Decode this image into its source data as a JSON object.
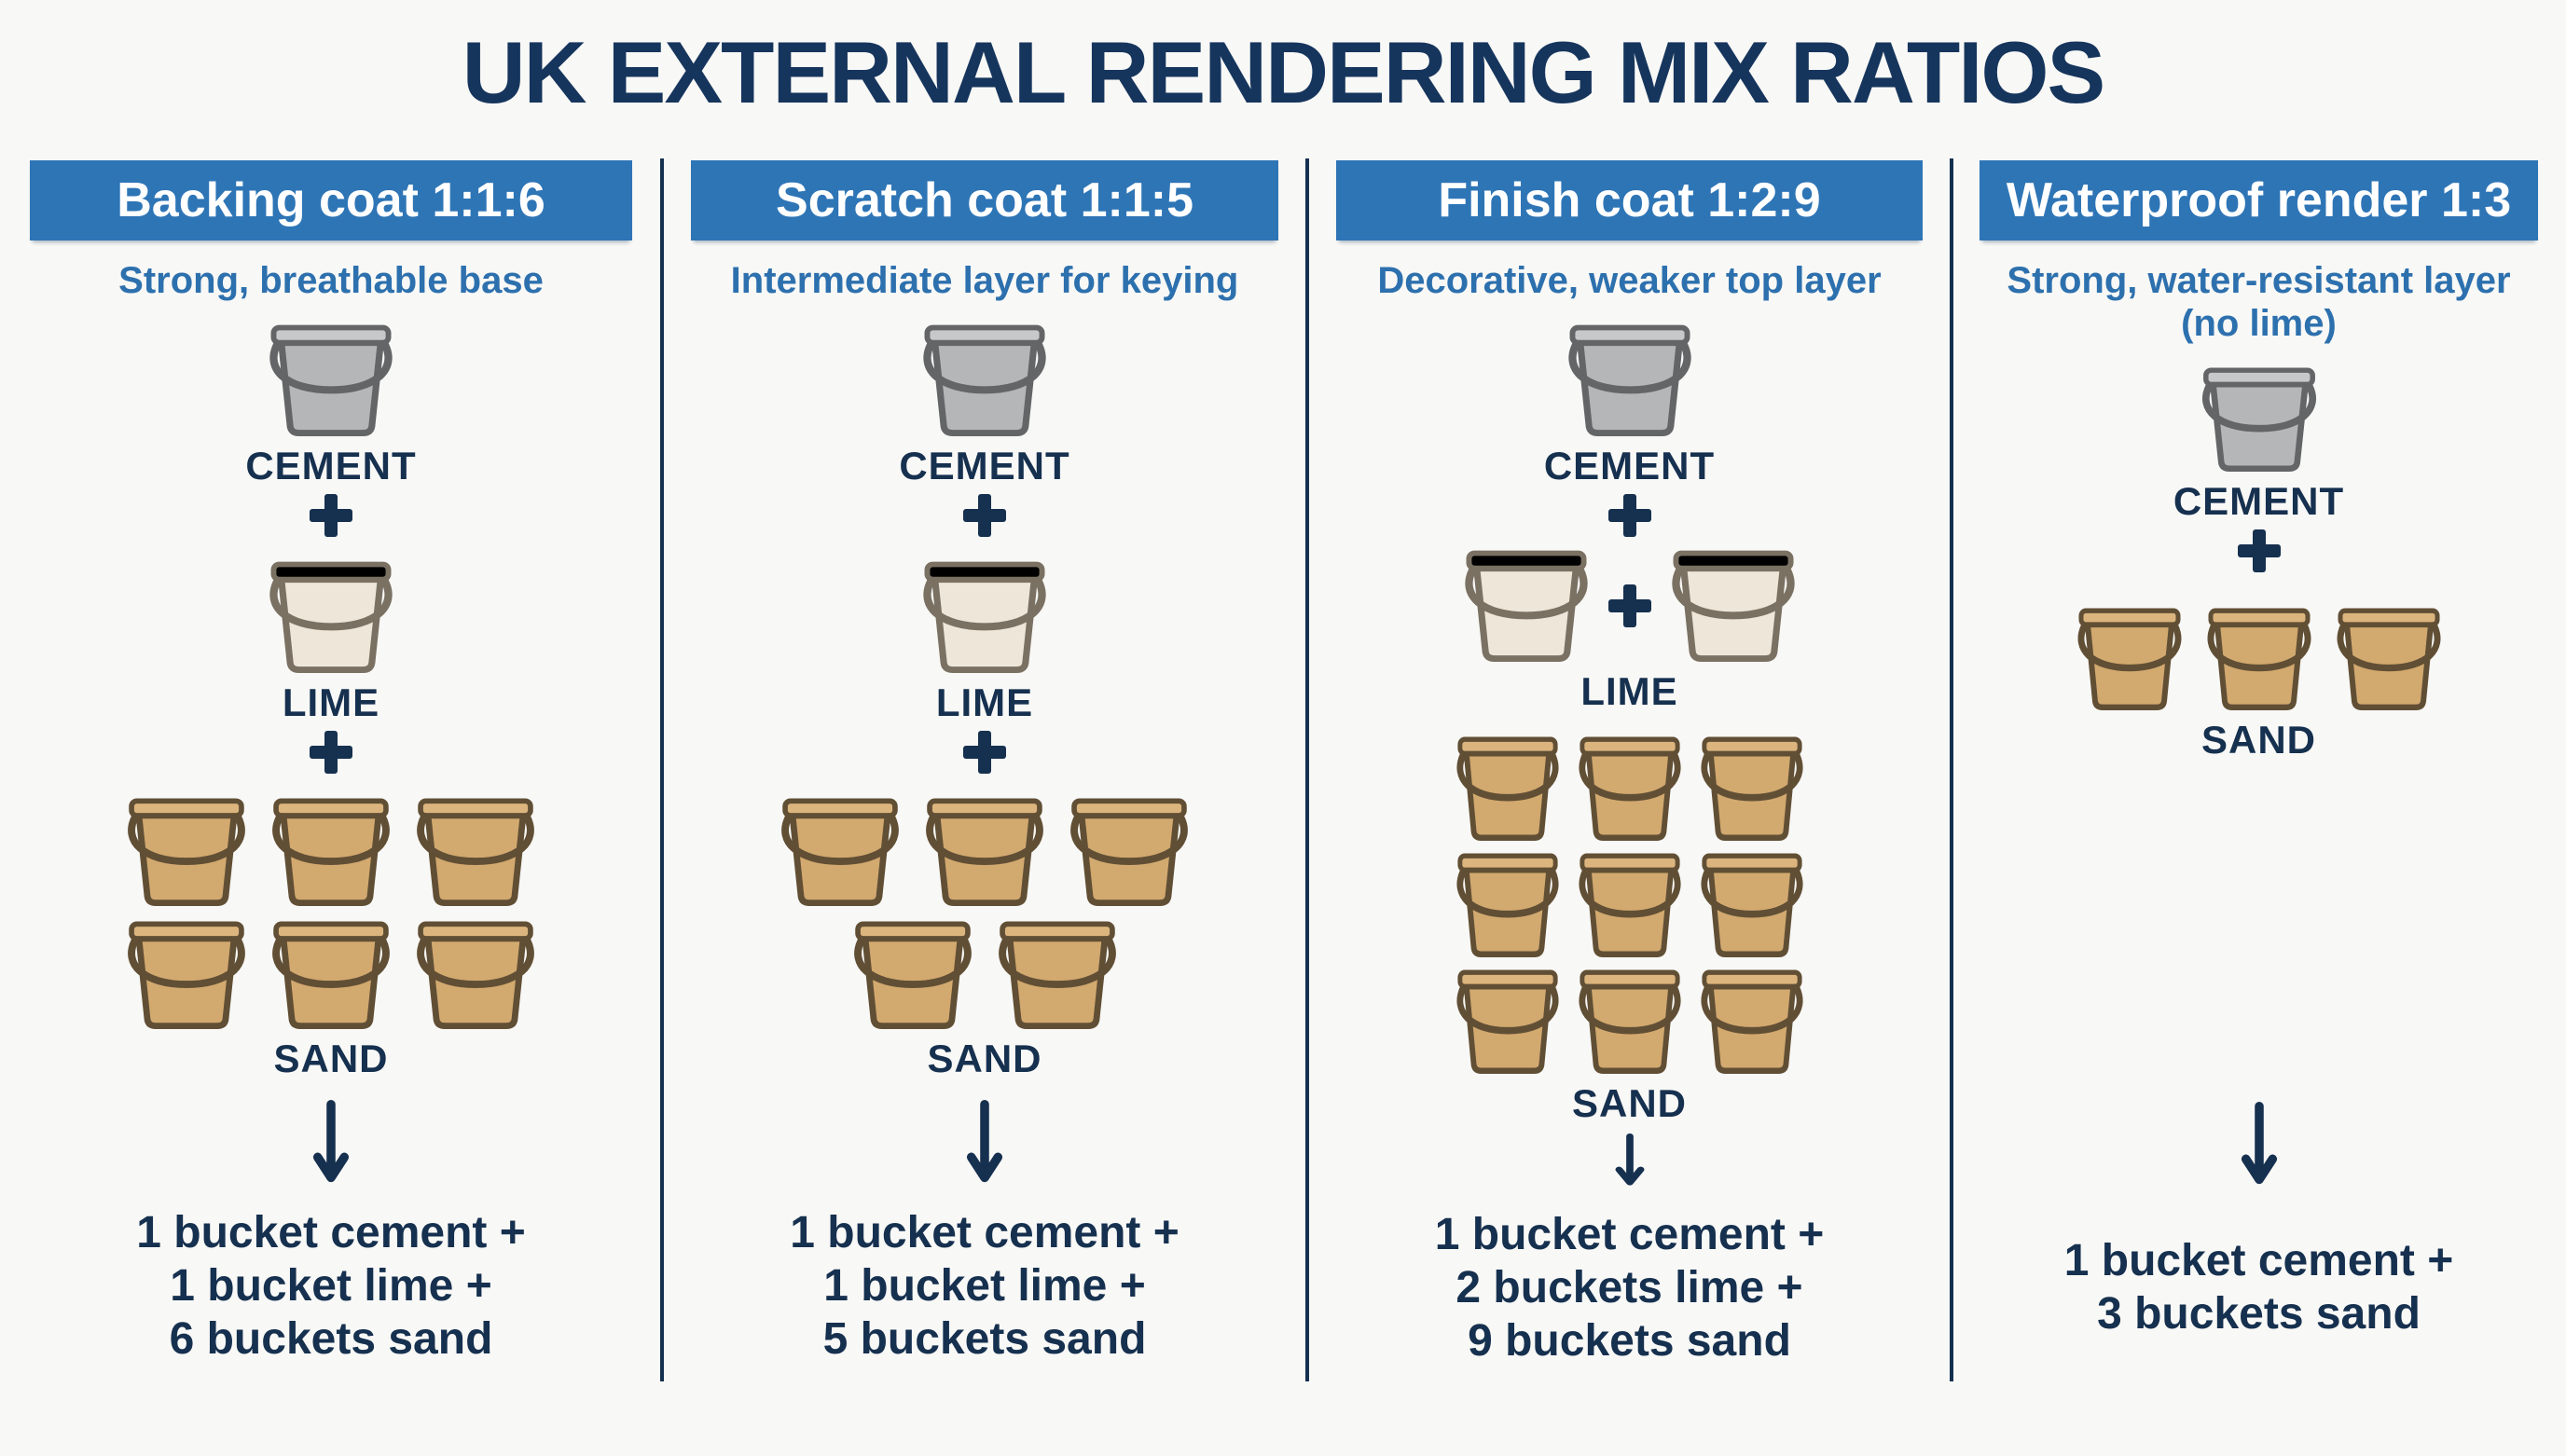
{
  "title": "UK EXTERNAL RENDERING MIX RATIOS",
  "icons": {
    "plus_icon": "+",
    "arrow_down_icon": "↓",
    "bucket_icon": "bucket"
  },
  "colors": {
    "background": "#f8f8f6",
    "title_navy": "#16355d",
    "header_bar_blue": "#2e75b6",
    "header_text": "#ffffff",
    "subtitle_blue": "#2d70ae",
    "label_navy": "#16304f",
    "divider_navy": "#14304f",
    "cement_fill": "#b5b6b8",
    "cement_lid": "#c7c8ca",
    "cement_stroke": "#646567",
    "lime_fill": "#ede6d9",
    "lime_lid": "#f3edе0",
    "lime_stroke": "#7a7163",
    "sand_fill": "#d2a96f",
    "sand_lid": "#dcb57e",
    "sand_stroke": "#614f35"
  },
  "columns": [
    {
      "id": "backing-coat",
      "header": "Backing coat 1:1:6",
      "subtitle": "Strong, breathable base",
      "ratio": "1:1:6",
      "ingredients": [
        {
          "label": "CEMENT",
          "material": "cement",
          "count": 1,
          "rows": [
            1
          ],
          "plus_after": true
        },
        {
          "label": "LIME",
          "material": "lime",
          "count": 1,
          "rows": [
            1
          ],
          "plus_after": true
        },
        {
          "label": "SAND",
          "material": "sand",
          "count": 6,
          "rows": [
            3,
            3
          ],
          "plus_after": false
        }
      ],
      "summary_lines": [
        "1 bucket cement +",
        "1 bucket lime +",
        "6 buckets sand"
      ]
    },
    {
      "id": "scratch-coat",
      "header": "Scratch coat 1:1:5",
      "subtitle": "Intermediate layer for keying",
      "ratio": "1:1:5",
      "ingredients": [
        {
          "label": "CEMENT",
          "material": "cement",
          "count": 1,
          "rows": [
            1
          ],
          "plus_after": true
        },
        {
          "label": "LIME",
          "material": "lime",
          "count": 1,
          "rows": [
            1
          ],
          "plus_after": true
        },
        {
          "label": "SAND",
          "material": "sand",
          "count": 5,
          "rows": [
            3,
            2
          ],
          "plus_after": false
        }
      ],
      "summary_lines": [
        "1 bucket cement +",
        "1 bucket lime +",
        "5 buckets sand"
      ]
    },
    {
      "id": "finish-coat",
      "header": "Finish coat 1:2:9",
      "subtitle": "Decorative, weaker top layer",
      "ratio": "1:2:9",
      "ingredients": [
        {
          "label": "CEMENT",
          "material": "cement",
          "count": 1,
          "rows": [
            1
          ],
          "plus_after": true
        },
        {
          "label": "LIME",
          "material": "lime",
          "count": 2,
          "rows": [
            2
          ],
          "inline_plus": true,
          "plus_after": false
        },
        {
          "label": "SAND",
          "material": "sand",
          "count": 9,
          "rows": [
            3,
            3,
            3
          ],
          "plus_after": false
        }
      ],
      "summary_lines": [
        "1 bucket cement +",
        "2 buckets lime +",
        "9 buckets sand"
      ]
    },
    {
      "id": "waterproof-render",
      "header": "Waterproof render 1:3",
      "subtitle": "Strong, water-resistant layer (no lime)",
      "ratio": "1:3",
      "ingredients": [
        {
          "label": "CEMENT",
          "material": "cement",
          "count": 1,
          "rows": [
            1
          ],
          "plus_after": true
        },
        {
          "label": "SAND",
          "material": "sand",
          "count": 3,
          "rows": [
            3
          ],
          "plus_after": false
        }
      ],
      "summary_lines": [
        "1 bucket cement +",
        "3 buckets sand"
      ]
    }
  ]
}
